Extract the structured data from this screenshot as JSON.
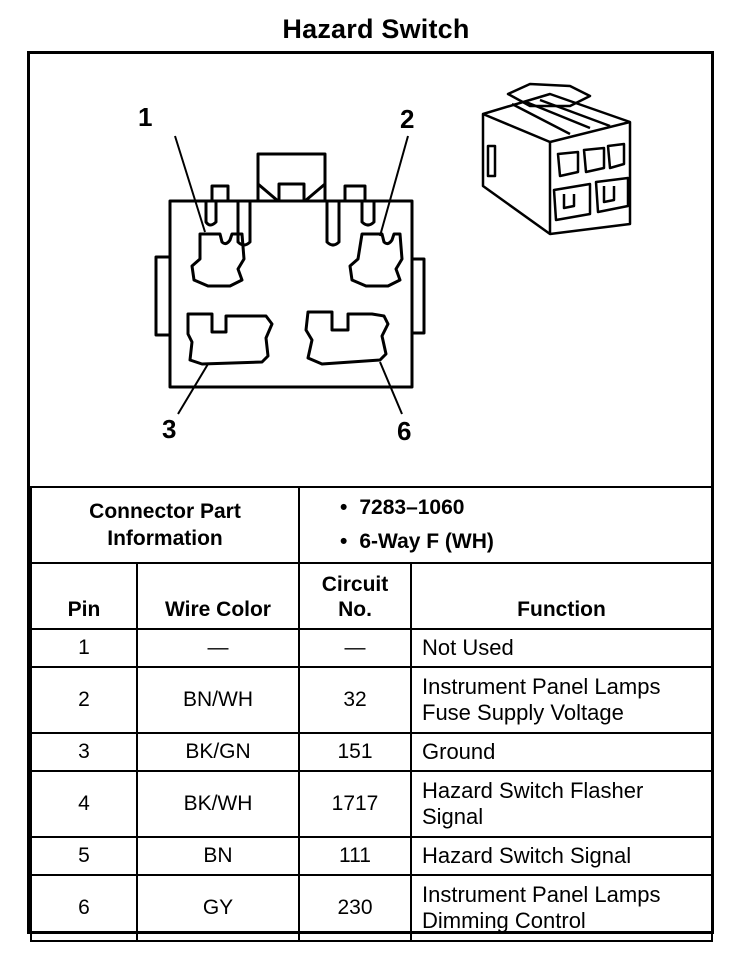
{
  "title": "Hazard Switch",
  "pin_callouts": {
    "p1": "1",
    "p2": "2",
    "p3": "3",
    "p6": "6"
  },
  "connector_info": {
    "label_line1": "Connector Part",
    "label_line2": "Information",
    "bullets": [
      "7283–1060",
      "6-Way F (WH)"
    ]
  },
  "table": {
    "headers": {
      "pin": "Pin",
      "wire_color": "Wire Color",
      "circuit_line1": "Circuit",
      "circuit_line2": "No.",
      "function": "Function"
    },
    "rows": [
      {
        "pin": "1",
        "wire": "—",
        "circuit": "—",
        "func1": "Not Used",
        "func2": ""
      },
      {
        "pin": "2",
        "wire": "BN/WH",
        "circuit": "32",
        "func1": "Instrument Panel Lamps",
        "func2": "Fuse Supply Voltage"
      },
      {
        "pin": "3",
        "wire": "BK/GN",
        "circuit": "151",
        "func1": "Ground",
        "func2": ""
      },
      {
        "pin": "4",
        "wire": "BK/WH",
        "circuit": "1717",
        "func1": "Hazard Switch Flasher",
        "func2": "Signal"
      },
      {
        "pin": "5",
        "wire": "BN",
        "circuit": "111",
        "func1": "Hazard Switch Signal",
        "func2": ""
      },
      {
        "pin": "6",
        "wire": "GY",
        "circuit": "230",
        "func1": "Instrument Panel Lamps",
        "func2": "Dimming Control"
      }
    ]
  }
}
